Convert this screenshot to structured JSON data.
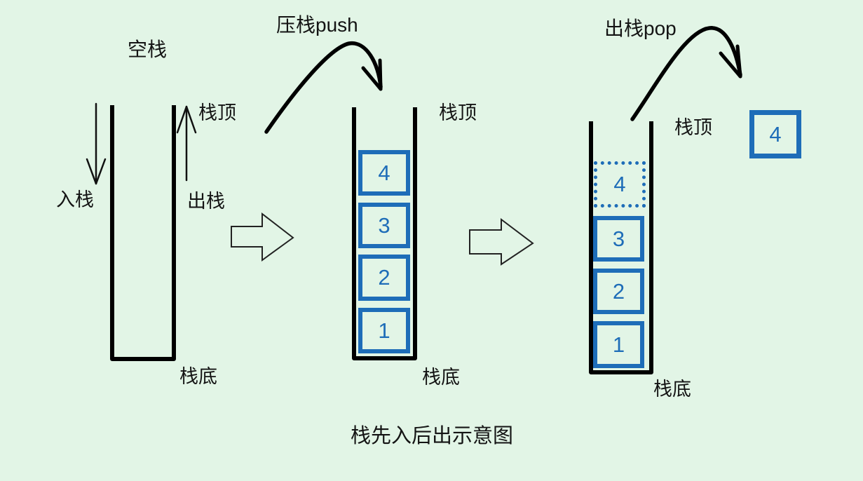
{
  "colors": {
    "background": "#e2f5e6",
    "accent": "#1e6db8",
    "ink": "#141414",
    "wall": "#000000",
    "arrow": "#111111"
  },
  "title": "栈先入后出示意图",
  "stage1": {
    "caption": "空栈",
    "in_arrow_label": "入栈",
    "out_arrow_label": "出栈",
    "top_label": "栈顶",
    "bottom_label": "栈底"
  },
  "stage2": {
    "caption": "压栈push",
    "top_label": "栈顶",
    "bottom_label": "栈底",
    "boxes": [
      "4",
      "3",
      "2",
      "1"
    ]
  },
  "stage3": {
    "caption": "出栈pop",
    "top_label": "栈顶",
    "bottom_label": "栈底",
    "ghost_box": "4",
    "boxes": [
      "3",
      "2",
      "1"
    ],
    "popped_box": "4"
  }
}
